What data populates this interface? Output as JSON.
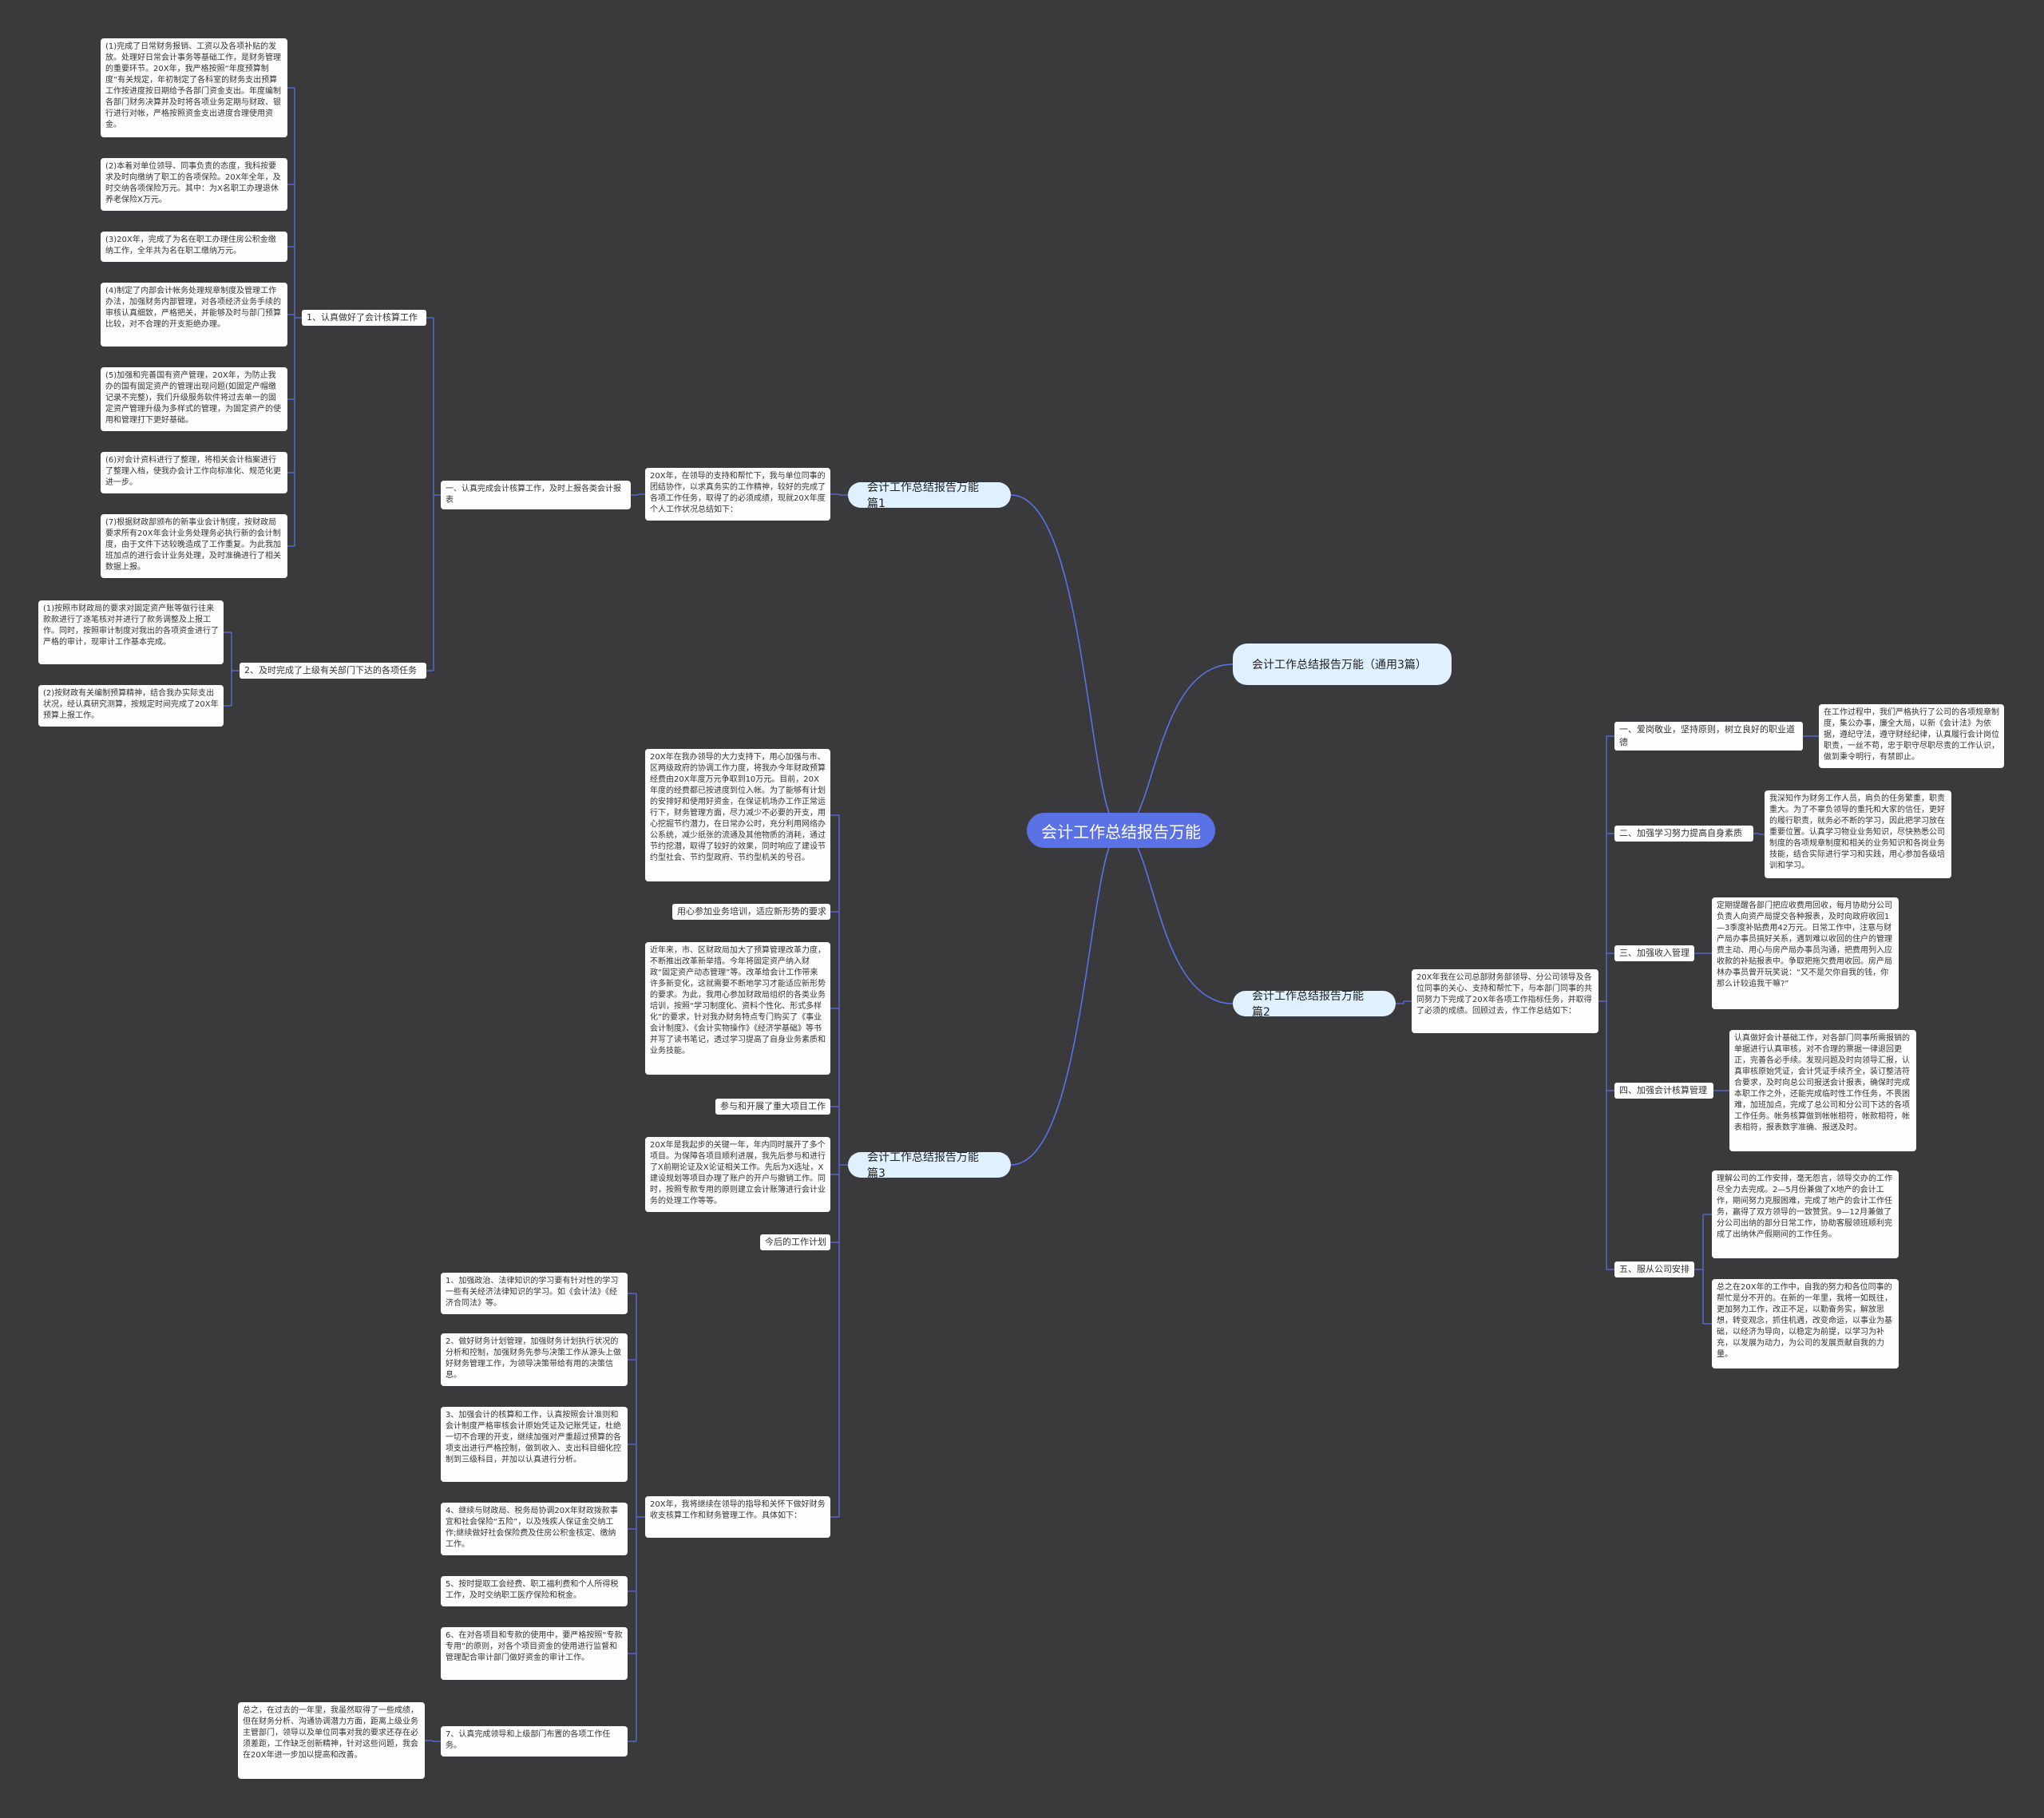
{
  "root": "会计工作总结报告万能",
  "main_title": "会计工作总结报告万能（通用3篇）",
  "p1": {
    "title": "会计工作总结报告万能 篇1",
    "intro": "20X年，在领导的支持和帮忙下，我与单位同事的团结协作，以求真务实的工作精神，较好的完成了各项工作任务，取得了的必须成绩，现就20X年度个人工作状况总结如下：",
    "sec": "一、认真完成会计核算工作，及时上报各类会计报表",
    "s1": "1、认真做好了会计核算工作",
    "s1_items": [
      "(1)完成了日常财务报销、工资以及各项补贴的发放。处理好日常会计事务等基础工作，是财务管理的重要环节。20X年，我严格按照“年度预算制度”有关规定，年初制定了各科室的财务支出预算工作按进度按日期给予各部门资金支出。年度编制各部门财务决算并及时将各项业务定期与财政、银行进行对帐，严格按照资金支出进度合理使用资金。",
      "(2)本着对单位领导、同事负责的态度，我科按要求及时向缴纳了职工的各项保险。20X年全年，及时交纳各项保险万元。其中：为X名职工办理退休养老保险X万元。",
      "(3)20X年，完成了为名在职工办理住房公积金缴纳工作，全年共为名在职工缴纳万元。",
      "(4)制定了内部会计帐务处理规章制度及管理工作办法，加强财务内部管理，对各项经济业务手续的审核认真细致，严格把关，并能够及时与部门预算比较，对不合理的开支拒绝办理。",
      "(5)加强和完善国有资产管理，20X年，为防止我办的国有固定资产的管理出现问题(如固定产帽缴记录不完整)，我们升级服务软件将过去单一的固定资产管理升级为多样式的管理，为固定资产的使用和管理打下更好基础。",
      "(6)对会计资料进行了整理，将相关会计档案进行了整理入档，使我办会计工作向标准化、规范化更进一步。",
      "(7)根据财政部颁布的新事业会计制度，按财政局要求所有20X年会计业务处理务必执行新的会计制度，由于文件下达较晚造成了工作重复。为此我加班加点的进行会计业务处理，及时准确进行了相关数据上报。"
    ],
    "s2": "2、及时完成了上级有关部门下达的各项任务",
    "s2_items": [
      "(1)按照市财政局的要求对固定资产账等做行往来款款进行了逐笔核对并进行了款务调整及上报工作。同时，按照审计制度对我出的各项资金进行了严格的审计，现审计工作基本完成。",
      "(2)按财政有关编制预算精神，结合我办实际支出状况，经认真研究测算，按规定时间完成了20X年预算上报工作。"
    ]
  },
  "p2": {
    "title": "会计工作总结报告万能 篇2",
    "intro": "20X年我在公司总部财务部领导、分公司领导及各位同事的关心、支持和帮忙下，与本部门同事的共同努力下完成了20X年各项工作指标任务，并取得了必须的成绩。回顾过去，作工作总结如下：",
    "secs": [
      "一、爱岗敬业，坚持原则，树立良好的职业道德",
      "二、加强学习努力提高自身素质",
      "三、加强收入管理",
      "四、加强会计核算管理",
      "五、服从公司安排"
    ],
    "texts": [
      "在工作过程中，我们严格执行了公司的各项规章制度，集公办事，廉全大局，以新《会计法》为依据，遵纪守法，遵守财经纪律，认真履行会计岗位职责，一丝不苟，忠于职守尽职尽责的工作认识，做到秉令明行，有禁即止。",
      "我深知作为财务工作人员，肩负的任务繁重，职责重大。为了不辜负领导的重托和大家的信任，更好的履行职责，就务必不断的学习，因此把学习放在重要位置。认真学习物业业务知识，尽快熟悉公司制度的各项规章制度和相关的业务知识和各岗业务技能，结合实际进行学习和实践，用心参加各级培训和学习。",
      "定期提醒各部门把应收费用回收，每月协助分公司负责人向资产局提交各种报表，及时向政府收回1—3季度补贴费用42万元。日常工作中，注意与财产局办事员搞好关系，遇到难以收回的住户的管理费主动、用心与房产局办事员沟通，把费用列入应收款的补贴报表中。争取把拖欠费用收回。房产局林办事员曾开玩笑说：“又不是欠你自我的钱，你那么计较追我干嘛?”",
      "认真做好会计基础工作，对各部门同事所需报销的单据进行认真审核，对不合理的票据一律退回更正，完善各必手续。发现问题及时向领导汇报，认真审核原始凭证，会计凭证手续齐全，装订整洁符合要求，及时向总公司报送会计报表，确保时完成本职工作之外，还能完成临时性工作任务，不畏困难，加班加点，完成了总公司和分公司下达的各项工作任务。帐务核算做到帐帐相符，帐款相符，帐表相符，报表数字准确、报送及时。",
      "理解公司的工作安排，毫无怨言，领导交办的工作尽全力去完成。2—5月份兼做了X地产的会计工作，期间努力克服困难，完成了地产的会计工作任务，赢得了双方领导的一致赞赏。9—12月兼做了分公司出纳的部分日常工作，协助客服领班顺利完成了出纳休产假期间的工作任务。",
      "总之在20X年的工作中，自我的努力和各位同事的帮忙是分不开的。在新的一年里，我将一如既往，更加努力工作，改正不足，以勤奋务实，解放思想，转变观念，抓住机遇，改变命运，以事业为基础，以经济为导向，以稳定为前提，以学习为补充，以发展为动力，为公司的发展贡献自我的力量。"
    ]
  },
  "p3": {
    "title": "会计工作总结报告万能 篇3",
    "blocks": [
      "20X年在我办领导的大力支持下，用心加强与市、区两级政府的协调工作力度，将我办今年财政预算经费由20X年度万元争取到10万元。目前，20X年度的经费都已按进度到位入帐。为了能够有计划的安排好和使用好资金，在保证机场办工作正常运行下，财务管理方面，尽力减少不必要的开支，用心挖掘节约潜力，在日常办公时，充分利用网络办公系统，减少纸张的流通及其他物质的消耗，通过节约挖潜，取得了较好的效果，同时响应了建设节约型社会、节约型政府、节约型机关的号召。",
      "用心参加业务培训，适应新形势的要求",
      "近年来，市、区财政局加大了预算管理改革力度，不断推出改革新举措。今年将固定资产纳入财政“固定资产动态管理”等。改革给会计工作带来许多新变化，这就需要不断地学习才能适应新形势的要求。为此，我用心参加财政局组织的各类业务培训，按照“学习制度化、资料个性化、形式多样化”的要求，针对我办财务特点专门购买了《事业会计制度》、《会计实物操作》《经济学基础》等书并写了读书笔记，透过学习提高了自身业务素质和业务技能。",
      "参与和开展了重大项目工作",
      "20X年是我起步的关键一年，年内同时展开了多个项目。为保障各项目顺利进展，我先后参与和进行了X前期论证及X论证相关工作。先后为X选址，X建设规划等项目办理了账户的开户与撤销工作。同时，按照专款专用的原则建立会计账簿进行会计业务的处理工作等等。",
      "今后的工作计划",
      "20X年，我将继续在领导的指导和关怀下做好财务收支核算工作和财务管理工作。具体如下："
    ],
    "plans": [
      "1、加强政治、法律知识的学习要有针对性的学习一些有关经济法律知识的学习。如《会计法》《经济合同法》等。",
      "2、做好财务计划管理，加强财务计划执行状况的分析和控制，加强财务先参与决策工作从源头上做好财务管理工作，为领导决策带给有用的决策信息。",
      "3、加强会计的核算和工作，认真按照会计准则和会计制度严格审核会计原始凭证及记账凭证，杜绝一切不合理的开支，继续加强对严重超过预算的各项支出进行严格控制，做到收入、支出科目细化控制到三级科目，并加以认真进行分析。",
      "4、继续与财政局、税务局协调20X年财政拨款事宜和社会保险“五险”，以及残疾人保证金交纳工作;继续做好社会保险费及住房公积金核定、缴纳工作。",
      "5、按时提取工会经费、职工福利费和个人所得税工作，及时交纳职工医疗保险和税金。",
      "6、在对各项目和专款的使用中，要严格按照“专款专用”的原则，对各个项目资金的使用进行监督和管理配合审计部门做好资金的审计工作。",
      "7、认真完成领导和上级部门布置的各项工作任务。"
    ],
    "summary": "总之，在过去的一年里，我虽然取得了一些成绩，但在财务分析、沟通协调潜力方面，距离上级业务主管部门，领导以及单位同事对我的要求还存在必须差距，工作缺乏创新精神，针对这些问题，我会在20X年进一步加以提高和改善。"
  },
  "colors": {
    "background": "#3a3a3c",
    "root": "#5b72e6",
    "branch": "#dff1ff",
    "link": "#5b72e6"
  }
}
